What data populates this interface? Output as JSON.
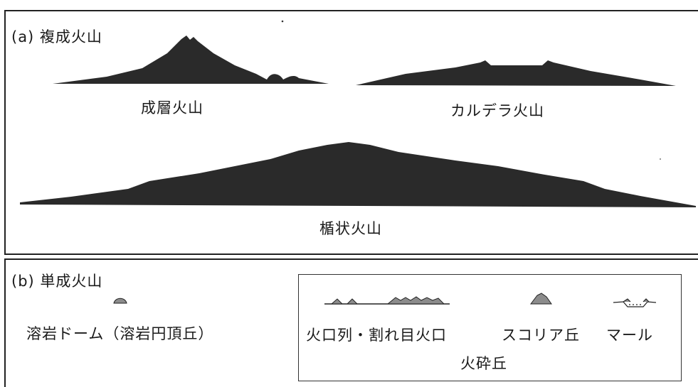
{
  "panel_a": {
    "heading": "(a) 複成火山",
    "items": {
      "stratovolcano": "成層火山",
      "caldera": "カルデラ火山",
      "shield": "楯状火山"
    }
  },
  "panel_b": {
    "heading": "(b) 単成火山",
    "items": {
      "lava_dome": "溶岩ドーム（溶岩円頂丘）",
      "fissure": "火口列・割れ目火口",
      "scoria": "スコリア丘",
      "maar": "マール",
      "pyroclastic_group": "火砕丘"
    }
  },
  "colors": {
    "dark_fill": "#2a2a2a",
    "grey_fill": "#8c8c8c",
    "outline": "#222222"
  }
}
